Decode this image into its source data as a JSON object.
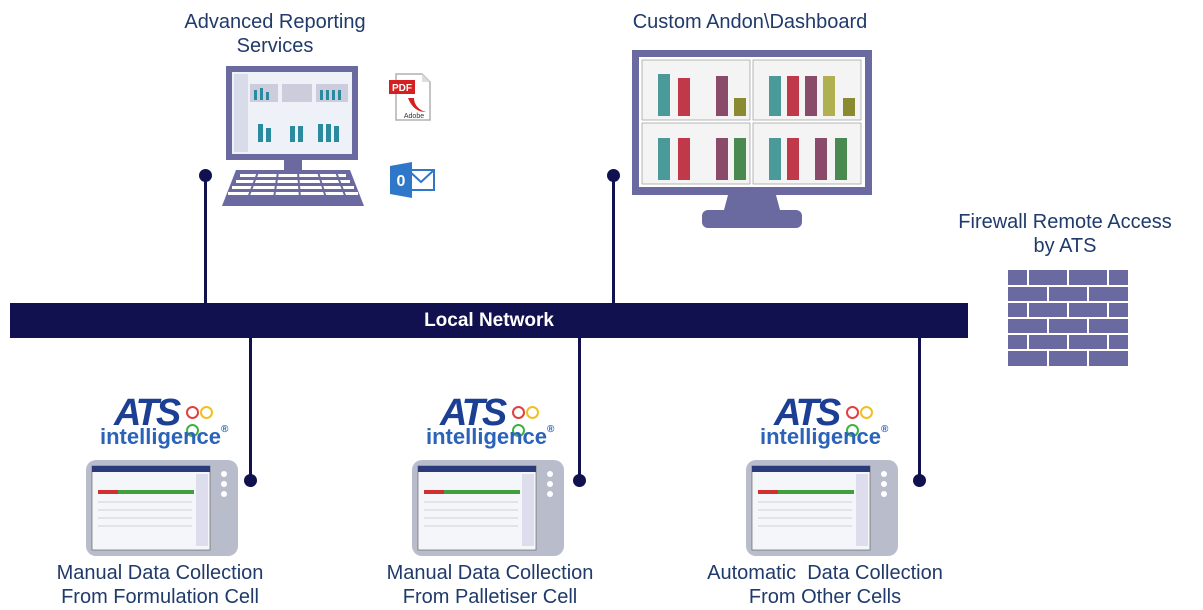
{
  "labels": {
    "reporting": [
      "Advanced Reporting",
      "Services"
    ],
    "andon": [
      "Custom Andon\\Dashboard"
    ],
    "firewall": [
      "Firewall Remote Access",
      "by ATS"
    ],
    "network": "Local Network",
    "cell1": [
      "Manual Data Collection",
      "From Formulation Cell"
    ],
    "cell2": [
      "Manual Data Collection",
      "From Palletiser Cell"
    ],
    "cell3": [
      "Automatic  Data Collection",
      "From Other Cells"
    ]
  },
  "icons": {
    "pdf_text": "PDF",
    "adobe_text": "Adobe",
    "outlook_text": "0"
  },
  "logo": {
    "brand": "ATS",
    "word": "intelligence",
    "reg": "®"
  },
  "colors": {
    "network": "#11114f",
    "label": "#1f3a6b",
    "monitor": "#6a6aa0",
    "light_red": "#e04040",
    "light_yellow": "#f0c020",
    "light_green": "#40b040"
  }
}
